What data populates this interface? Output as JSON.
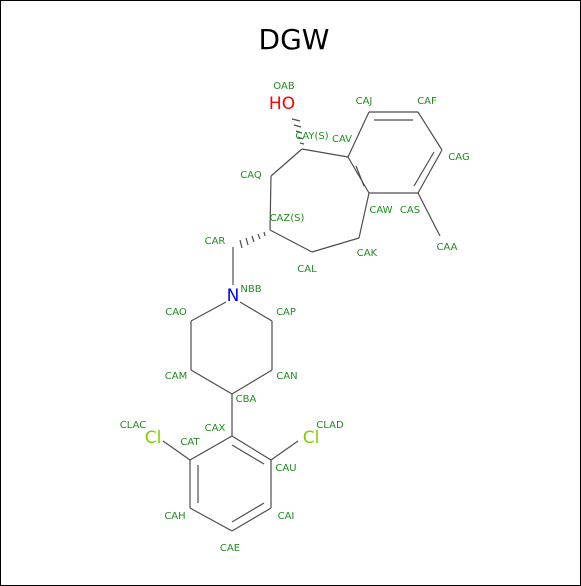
{
  "title": "DGW",
  "colors": {
    "label": "#228b22",
    "oxygen": "#ff0000",
    "nitrogen": "#0000ff",
    "chlorine": "#7fd000",
    "bond": "#4d4d4d"
  },
  "element_symbols": {
    "ho": "HO",
    "n": "N",
    "cl_left": "Cl",
    "cl_right": "Cl"
  },
  "atom_labels": {
    "oab": "OAB",
    "caj": "CAJ",
    "caf": "CAF",
    "cay": "CAY(S)",
    "cav": "CAV",
    "cag": "CAG",
    "caq": "CAQ",
    "caz": "CAZ(S)",
    "caw": "CAW",
    "cas": "CAS",
    "car": "CAR",
    "cak": "CAK",
    "caa": "CAA",
    "cal": "CAL",
    "nbb": "NBB",
    "cao": "CAO",
    "cap": "CAP",
    "cam": "CAM",
    "can": "CAN",
    "cba": "CBA",
    "clac": "CLAC",
    "cax": "CAX",
    "clad": "CLAD",
    "cat": "CAT",
    "cau": "CAU",
    "cah": "CAH",
    "cai": "CAI",
    "cae": "CAE"
  }
}
